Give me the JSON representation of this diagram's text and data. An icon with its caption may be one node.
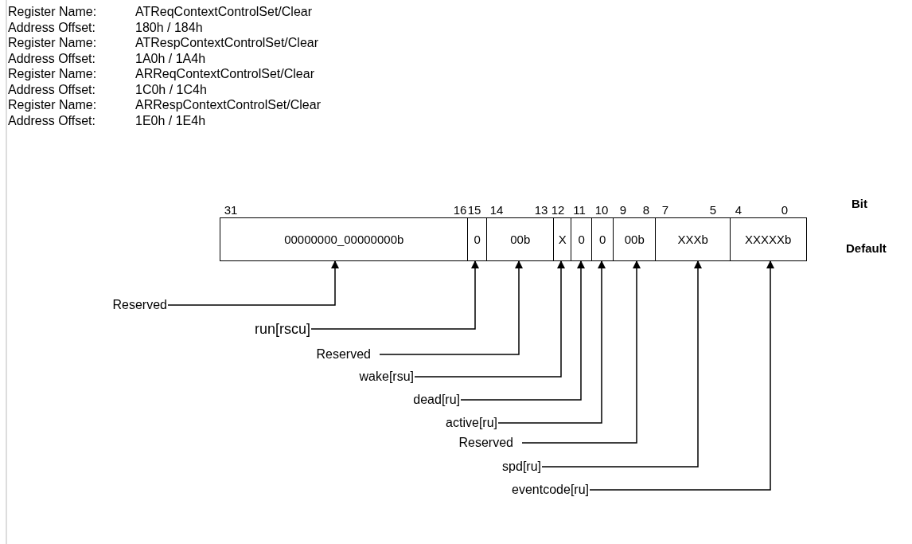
{
  "diagram": {
    "nodes": [
      {
        "text": [
          "00000000_00000000b"
        ]
      },
      {
        "text": [
          "0"
        ]
      },
      {
        "text": [
          "00b"
        ]
      },
      {
        "text": [
          "X"
        ]
      },
      {
        "text": [
          "0"
        ]
      },
      {
        "text": [
          "0"
        ]
      },
      {
        "text": [
          "00b"
        ]
      },
      {
        "text": [
          "XXXb"
        ]
      },
      {
        "text": [
          "XXXXXb"
        ]
      },
      {
        "text": [
          "Reserved"
        ]
      },
      {
        "text": [
          "run[rscu]"
        ]
      },
      {
        "text": [
          "Reserved"
        ]
      },
      {
        "text": [
          "wake[rsu]"
        ]
      },
      {
        "text": [
          "dead[ru]"
        ]
      },
      {
        "text": [
          "active[ru]"
        ]
      },
      {
        "text": [
          "Reserved"
        ]
      },
      {
        "text": [
          "spd[ru]"
        ]
      },
      {
        "text": [
          "eventcode[ru]"
        ]
      }
    ],
    "edges": [
      {
        "from": 9,
        "to": 0,
        "arrow": "to"
      },
      {
        "from": 10,
        "to": 1,
        "arrow": "to"
      },
      {
        "from": 11,
        "to": 2,
        "arrow": "to"
      },
      {
        "from": 12,
        "to": 3,
        "arrow": "to"
      },
      {
        "from": 13,
        "to": 4,
        "arrow": "to"
      },
      {
        "from": 14,
        "to": 5,
        "arrow": "to"
      },
      {
        "from": 15,
        "to": 6,
        "arrow": "to"
      },
      {
        "from": 16,
        "to": 7,
        "arrow": "to"
      },
      {
        "from": 17,
        "to": 8,
        "arrow": "to"
      }
    ],
    "labels": [
      "Register Name:",
      "ATReqContextControlSet/Clear",
      "Address Offset:",
      "180h / 184h",
      "Register Name:",
      "ATRespContextControlSet/Clear",
      "Address Offset:",
      "1A0h / 1A4h",
      "Register Name:",
      "ARReqContextControlSet/Clear",
      "Address Offset:",
      "1C0h / 1C4h",
      "Register Name:",
      "ARRespContextControlSet/Clear",
      "Address Offset:",
      "1E0h / 1E4h",
      "31",
      "16",
      "15",
      "14",
      "13",
      "12",
      "11",
      "10",
      "9",
      "8",
      "7",
      "5",
      "4",
      "0",
      "Bit",
      "Default"
    ]
  }
}
